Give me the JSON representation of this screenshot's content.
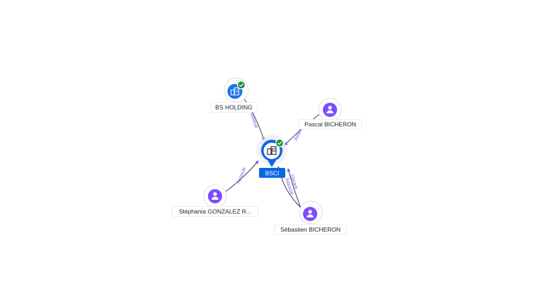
{
  "colors": {
    "center_accent": "#0b66e4",
    "company_accent": "#1a73e8",
    "person_accent": "#7c4dff",
    "verified": "#1e8e3e",
    "edge": "#3d3f55",
    "edge_label": "#6c5ce7"
  },
  "center": {
    "label": "BSCI",
    "icon": "building-icon",
    "verified": true
  },
  "nodes": [
    {
      "id": "bs-holding",
      "label": "BS HOLDING",
      "kind": "company",
      "icon": "building-icon",
      "verified": true
    },
    {
      "id": "pascal",
      "label": "Pascal BICHERON",
      "kind": "person",
      "icon": "person-icon",
      "verified": false
    },
    {
      "id": "stephania",
      "label": "Stéphania GONZALEZ R...",
      "kind": "person",
      "icon": "person-icon",
      "verified": false
    },
    {
      "id": "sebastien",
      "label": "Sébastien BICHERON",
      "kind": "person",
      "icon": "person-icon",
      "verified": false
    }
  ],
  "edges": [
    {
      "from": "bs-holding",
      "to": "BSCI",
      "label": "Associé"
    },
    {
      "from": "pascal",
      "to": "BSCI",
      "label": "Associé"
    },
    {
      "from": "stephania",
      "to": "BSCI",
      "label": "Associé"
    },
    {
      "from": "sebastien",
      "to": "BSCI",
      "label": "Gérant"
    },
    {
      "from": "sebastien",
      "to": "BSCI",
      "label": "Associé"
    }
  ]
}
